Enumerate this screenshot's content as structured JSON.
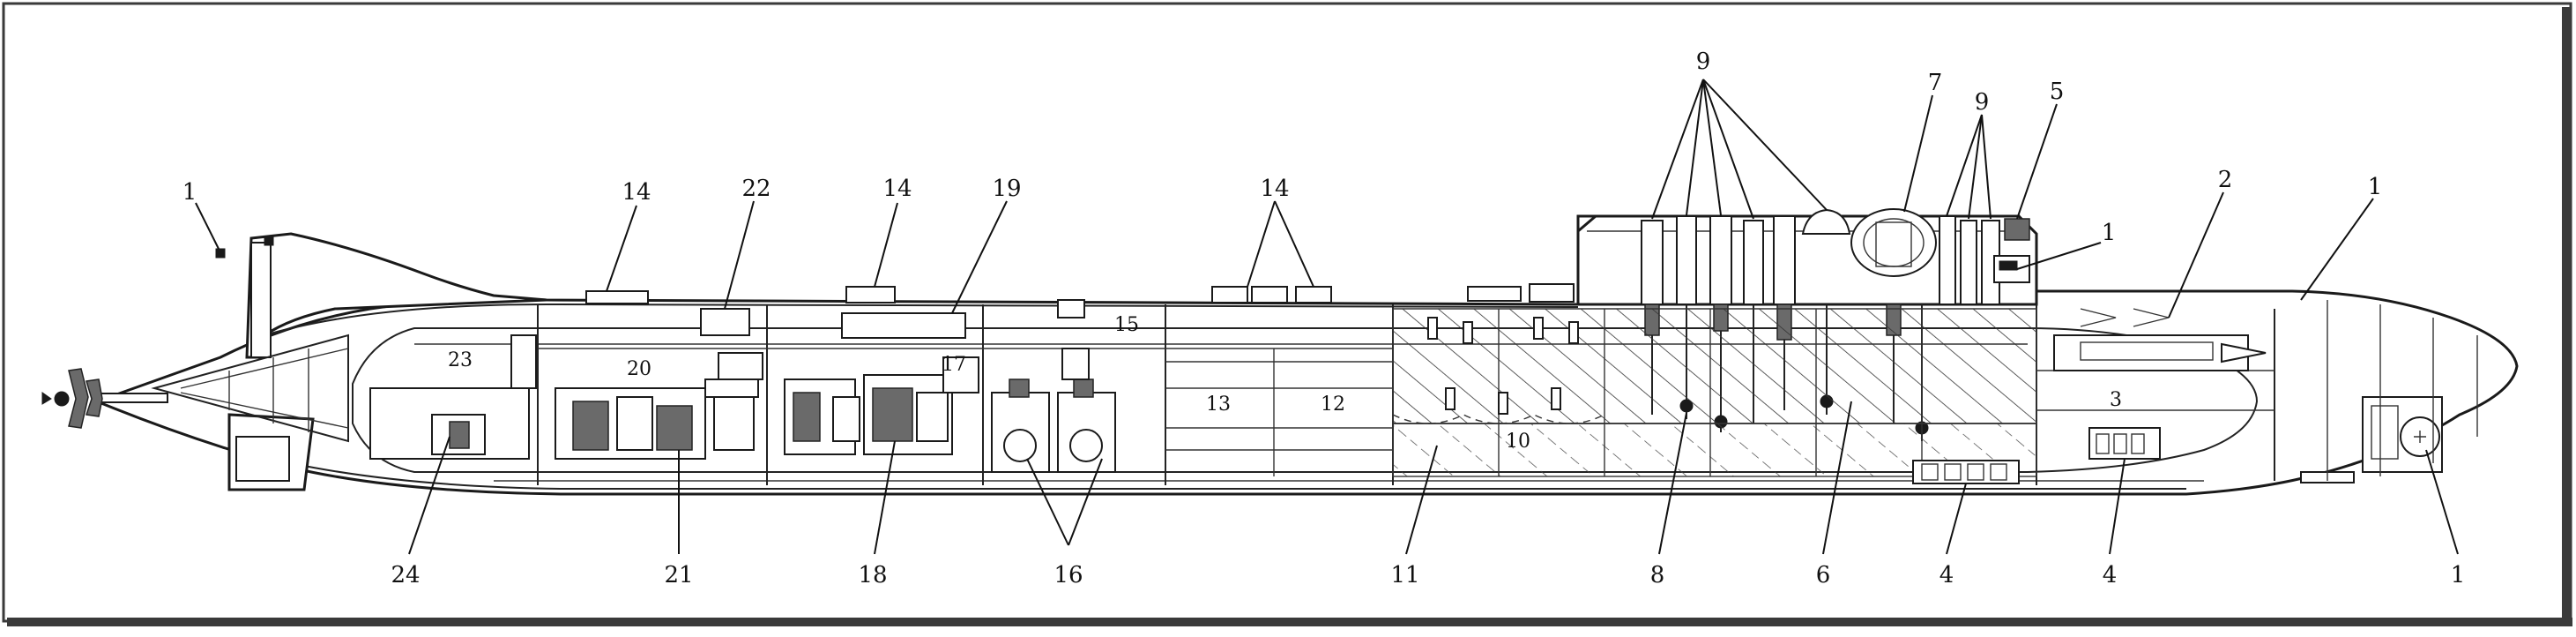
{
  "colors": {
    "ink": "#1a1a1a",
    "paper": "#ffffff",
    "frame": "#3a3a3a"
  },
  "callouts": {
    "c1_stern": "1",
    "c14_aft": "14",
    "c22": "22",
    "c14_mid": "14",
    "c19": "19",
    "c14_fwd": "14",
    "c9_sail": "9",
    "c7": "7",
    "c9_fwd": "9",
    "c5": "5",
    "c1_sail": "1",
    "c2": "2",
    "c1_bow": "1",
    "c24": "24",
    "c21": "21",
    "c18": "18",
    "c16": "16",
    "c11": "11",
    "c8": "8",
    "c6": "6",
    "c4_a": "4",
    "c4_b": "4",
    "c1_low": "1"
  },
  "compartments": {
    "n23": "23",
    "n20": "20",
    "n17": "17",
    "n15": "15",
    "n13": "13",
    "n12": "12",
    "n10": "10",
    "n3": "3"
  }
}
